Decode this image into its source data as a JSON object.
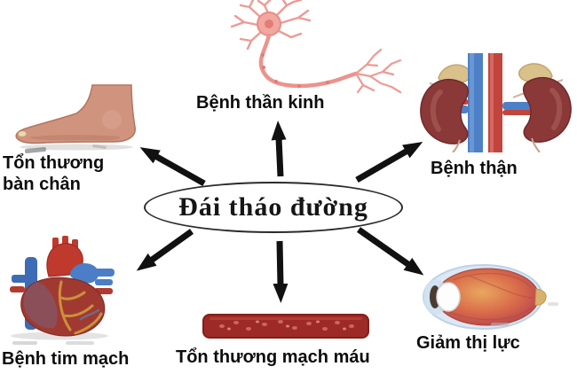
{
  "diagram": {
    "center_label": "Đái tháo đường",
    "nodes": [
      {
        "id": "neuropathy",
        "label": "Bệnh thần kinh",
        "icon": "neuron-illustration",
        "position": "top"
      },
      {
        "id": "kidney-disease",
        "label": "Bệnh thận",
        "icon": "kidneys-illustration",
        "position": "top-right"
      },
      {
        "id": "foot-damage",
        "label": "Tổn thương bàn chân",
        "icon": "foot-illustration",
        "position": "left"
      },
      {
        "id": "heart-disease",
        "label": "Bệnh tim mạch",
        "icon": "heart-illustration",
        "position": "bottom-left"
      },
      {
        "id": "vessel-damage",
        "label": "Tổn thương mạch máu",
        "icon": "blood-vessel-illustration",
        "position": "bottom"
      },
      {
        "id": "vision-loss",
        "label": "Giảm thị lực",
        "icon": "eye-illustration",
        "position": "bottom-right"
      }
    ],
    "colors": {
      "background": "#ffffff",
      "text": "#0d0d0d",
      "arrow": "#111111",
      "neuron_pink": "#ee9a94",
      "kidney_red": "#8a3838",
      "vein_blue": "#4d80c6",
      "artery_red": "#c1453d",
      "vessel_bar_red": "#9d2a26",
      "skin_tone": "#cf937e",
      "eye_orange": "#dd8c4f",
      "heart_red": "#a03a31"
    }
  }
}
